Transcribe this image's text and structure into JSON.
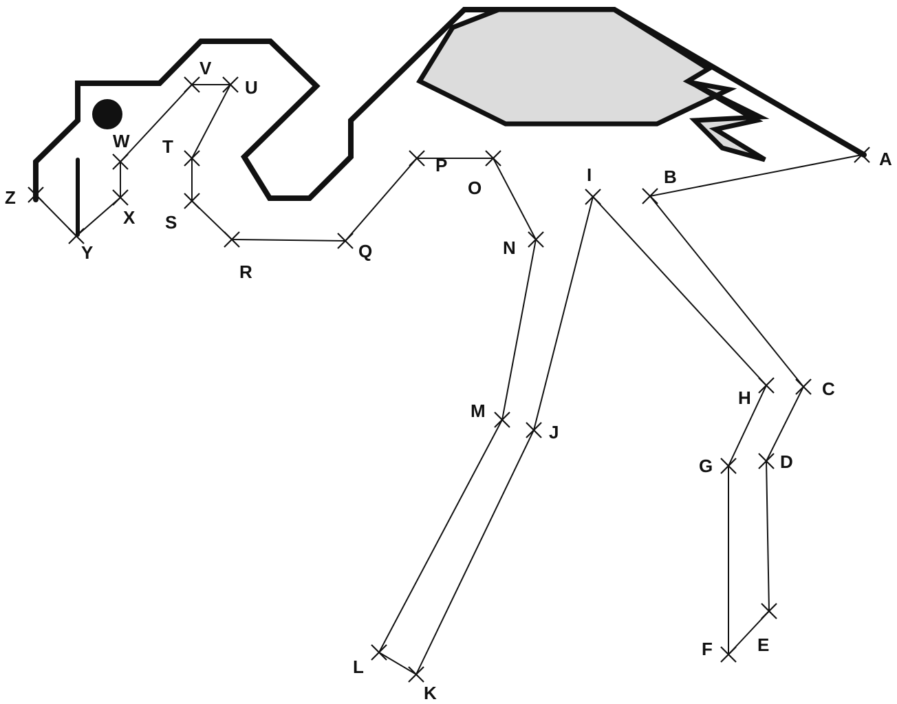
{
  "colors": {
    "ink": "#111111",
    "wing_fill": "#dcdcdc",
    "background": "#ffffff"
  },
  "points": {
    "A": "A",
    "B": "B",
    "C": "C",
    "D": "D",
    "E": "E",
    "F": "F",
    "G": "G",
    "H": "H",
    "I": "I",
    "J": "J",
    "K": "K",
    "L": "L",
    "M": "M",
    "N": "N",
    "O": "O",
    "P": "P",
    "Q": "Q",
    "R": "R",
    "S": "S",
    "T": "T",
    "U": "U",
    "V": "V",
    "W": "W",
    "X": "X",
    "Y": "Y",
    "Z": "Z"
  }
}
